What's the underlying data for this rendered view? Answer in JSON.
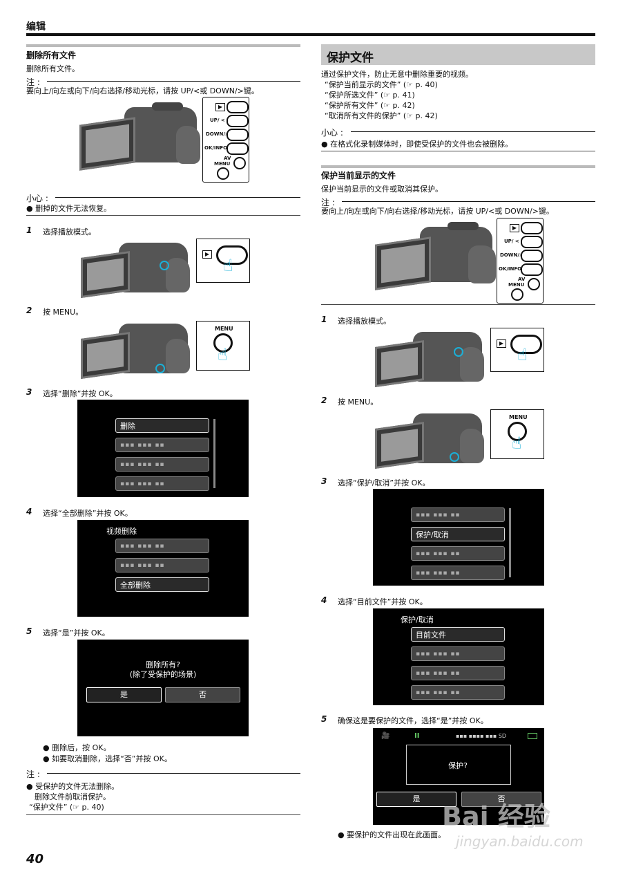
{
  "header": {
    "title": "编辑"
  },
  "left": {
    "title": "删除所有文件",
    "desc": "删除所有文件。",
    "note_label": "注 :",
    "note_text": "要向上/向左或向下/向右选择/移动光标，请按 UP/<或 DOWN/>键。",
    "caution_label": "小心 :",
    "caution_text": "删掉的文件无法恢复。",
    "steps": [
      {
        "num": "1",
        "text": "选择播放模式。"
      },
      {
        "num": "2",
        "text": "按 MENU。"
      },
      {
        "num": "3",
        "text": "选择“删除”并按 OK。"
      },
      {
        "num": "4",
        "text": "选择“全部删除”并按 OK。"
      },
      {
        "num": "5",
        "text": "选择“是”并按 OK。"
      }
    ],
    "menu3": {
      "items": [
        "删除",
        "▪▪▪ ▪▪▪ ▪▪",
        "▪▪▪ ▪▪▪ ▪▪",
        "▪▪▪ ▪▪▪ ▪▪"
      ]
    },
    "menu4": {
      "title": "视频删除",
      "items": [
        "▪▪▪ ▪▪▪ ▪▪",
        "▪▪▪ ▪▪▪ ▪▪",
        "全部删除"
      ]
    },
    "dialog5": {
      "line1": "删除所有?",
      "line2": "(除了受保护的场景)",
      "yes": "是",
      "no": "否"
    },
    "after_bullets": [
      "删除后，按 OK。",
      "如要取消删除，选择“否”并按 OK。"
    ],
    "note2_label": "注 :",
    "note2_bullet": "受保护的文件无法删除。",
    "note2_sub": "删除文件前取消保护。",
    "note2_ref": "“保护文件” (☞ p. 40)"
  },
  "right": {
    "title": "保护文件",
    "desc": "通过保护文件，防止无意中删除重要的视频。",
    "refs": [
      "“保护当前显示的文件” (☞ p. 40)",
      "“保护所选文件” (☞ p. 41)",
      "“保护所有文件” (☞ p. 42)",
      "“取消所有文件的保护” (☞ p. 42)"
    ],
    "caution_label": "小心 :",
    "caution_text": "在格式化录制媒体时，即使受保护的文件也会被删除。",
    "sub_title": "保护当前显示的文件",
    "sub_desc": "保护当前显示的文件或取消其保护。",
    "note_label": "注 :",
    "note_text": "要向上/向左或向下/向右选择/移动光标，请按 UP/<或 DOWN/>键。",
    "steps": [
      {
        "num": "1",
        "text": "选择播放模式。"
      },
      {
        "num": "2",
        "text": "按 MENU。"
      },
      {
        "num": "3",
        "text": "选择“保护/取消”并按 OK。"
      },
      {
        "num": "4",
        "text": "选择“目前文件”并按 OK。"
      },
      {
        "num": "5",
        "text": "确保这是要保护的文件，选择“是”并按 OK。"
      }
    ],
    "menu3": {
      "items": [
        "▪▪▪ ▪▪▪ ▪▪",
        "保护/取消",
        "▪▪▪ ▪▪▪ ▪▪",
        "▪▪▪ ▪▪▪ ▪▪"
      ]
    },
    "menu4": {
      "title": "保护/取消",
      "items": [
        "目前文件",
        "▪▪▪ ▪▪▪ ▪▪",
        "▪▪▪ ▪▪▪ ▪▪",
        "▪▪▪ ▪▪▪ ▪▪"
      ]
    },
    "dialog5": {
      "text": "保护?",
      "yes": "是",
      "no": "否",
      "status": "▪▪▪ ▪▪▪▪ ▪▪▪ SD"
    },
    "after_bullet": "要保护的文件出现在此画面。"
  },
  "panel_labels": {
    "play": "▶",
    "up": "UP/ <",
    "down": "DOWN/>",
    "okinfo": "OK/INFO",
    "av": "AV",
    "menu": "MENU"
  },
  "footer": {
    "page": "40"
  },
  "watermark": {
    "brand": "Bai 经验",
    "url": "jingyan.baidu.com"
  }
}
